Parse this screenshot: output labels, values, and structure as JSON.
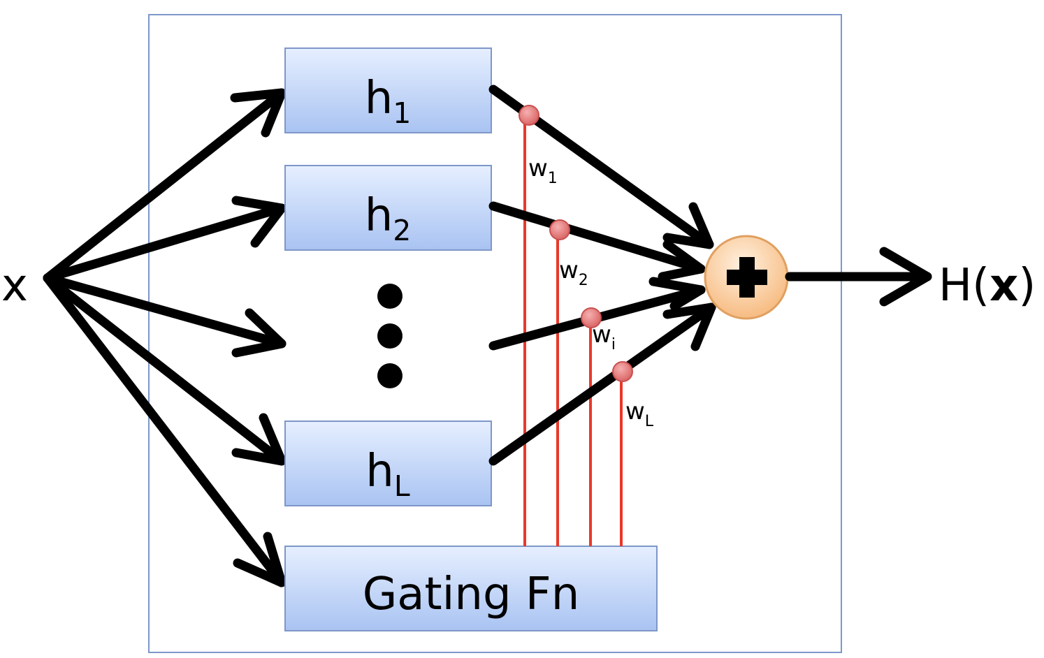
{
  "input": {
    "label": "x"
  },
  "output": {
    "prefix": "H(",
    "var": "x",
    "suffix": ")"
  },
  "experts": [
    {
      "base": "h",
      "sub": "1"
    },
    {
      "base": "h",
      "sub": "2"
    },
    {
      "base": "h",
      "sub": "L"
    }
  ],
  "gating": {
    "label": "Gating Fn"
  },
  "weights": [
    {
      "base": "w",
      "sub": "1"
    },
    {
      "base": "w",
      "sub": "2"
    },
    {
      "base": "w",
      "sub": "i"
    },
    {
      "base": "w",
      "sub": "L"
    }
  ],
  "combiner": {
    "symbol": "plus-icon"
  },
  "colors": {
    "box_fill_top": "#e6efff",
    "box_fill_bottom": "#a9c3f2",
    "box_stroke": "#7e97c9",
    "frame_stroke": "#7e97c9",
    "gate_line": "#e8392b",
    "weight_node": "#e88080",
    "combiner_fill": "#fbd7b0",
    "combiner_stroke": "#e0a060",
    "arrow": "#000000"
  }
}
